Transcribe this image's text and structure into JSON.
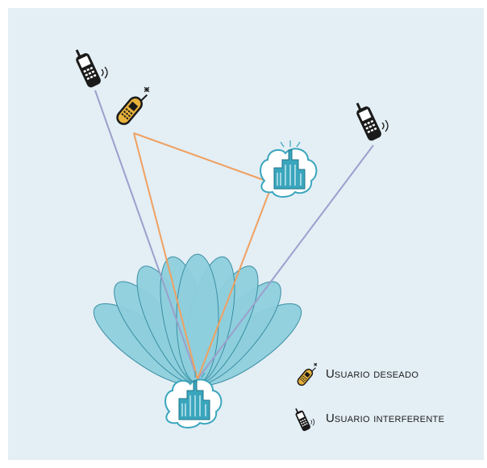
{
  "legend": {
    "desired_user": {
      "initial": "U",
      "rest_upper": "SUARIO",
      "second_word": "DESEADO"
    },
    "interfering_user": {
      "initial": "U",
      "rest_upper": "SUARIO",
      "second_word": "INTERFERENTE"
    }
  },
  "colors": {
    "background": "#e3eef5",
    "beam_fill": "#8ecfdc",
    "beam_stroke": "#3a8fa4",
    "desired_path": "#f0a060",
    "interfering_path": "#9aa0cc",
    "building": "#3aa6bd"
  },
  "icons": {
    "base_station": "building-cloud-icon",
    "repeater": "building-cloud-icon",
    "desired_phone": "yellow-cellphone-icon",
    "interfering_phone": "black-cellphone-icon"
  }
}
